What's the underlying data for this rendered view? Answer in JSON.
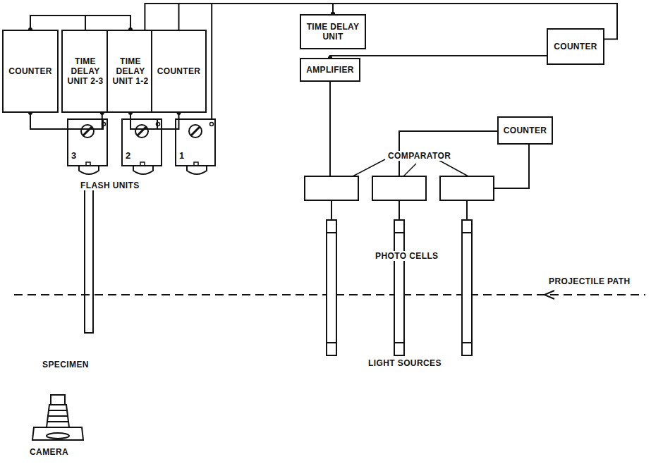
{
  "diagram": {
    "nodes": [
      {
        "text": [
          "COUNTER"
        ]
      },
      {
        "text": [
          "TIME DELAY UNIT 2-3"
        ]
      },
      {
        "text": [
          "TIME DELAY UNIT 1-2"
        ]
      },
      {
        "text": [
          "COUNTER"
        ]
      },
      {
        "text": [
          "TIME DELAY UNIT"
        ]
      },
      {
        "text": [
          "COUNTER"
        ]
      },
      {
        "text": [
          "AMPLIFIER"
        ]
      },
      {
        "text": [
          "COUNTER"
        ]
      },
      {
        "text": [
          "3"
        ]
      },
      {
        "text": [
          "2"
        ]
      },
      {
        "text": [
          "1"
        ]
      }
    ],
    "edges": [
      {
        "from": 0,
        "to": 1,
        "arrow": "none"
      },
      {
        "from": 1,
        "to": 8,
        "arrow": "none"
      },
      {
        "from": 0,
        "to": 8,
        "arrow": "none"
      },
      {
        "from": 2,
        "to": 9,
        "arrow": "none"
      },
      {
        "from": 3,
        "to": 9,
        "arrow": "none"
      },
      {
        "from": 2,
        "to": 1,
        "arrow": "none"
      },
      {
        "from": 4,
        "to": 2,
        "arrow": "none"
      },
      {
        "from": 4,
        "to": 3,
        "arrow": "none"
      },
      {
        "from": 4,
        "to": 5,
        "arrow": "none"
      },
      {
        "from": 6,
        "to": 5,
        "arrow": "none"
      },
      {
        "from": 4,
        "to": 10,
        "arrow": "none"
      }
    ],
    "labels": [
      "FLASH UNITS",
      "COMPARATOR",
      "PHOTO CELLS",
      "PROJECTILE PATH",
      "SPECIMEN",
      "LIGHT SOURCES",
      "CAMERA"
    ]
  }
}
